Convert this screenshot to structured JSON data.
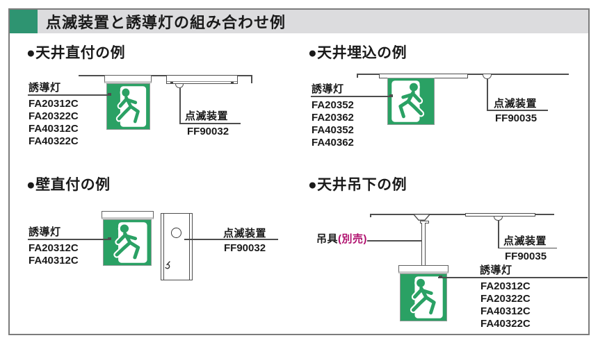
{
  "colors": {
    "sign_green": "#2aa164",
    "header_green": "#2e9471",
    "header_bg": "#dcdcde",
    "note_magenta": "#b0106e"
  },
  "header": {
    "title": "点滅装置と誘導灯の組み合わせ例"
  },
  "sections": {
    "ceiling_surface": {
      "title": "●天井直付の例",
      "guide_light_label": "誘導灯",
      "guide_light_models": [
        "FA20312C",
        "FA20322C",
        "FA40312C",
        "FA40322C"
      ],
      "flasher_label": "点滅装置",
      "flasher_model": "FF90032"
    },
    "ceiling_recessed": {
      "title": "●天井埋込の例",
      "guide_light_label": "誘導灯",
      "guide_light_models": [
        "FA20352",
        "FA20362",
        "FA40352",
        "FA40362"
      ],
      "flasher_label": "点滅装置",
      "flasher_model": "FF90035"
    },
    "wall_surface": {
      "title": "●壁直付の例",
      "guide_light_label": "誘導灯",
      "guide_light_models": [
        "FA20312C",
        "FA40312C"
      ],
      "flasher_label": "点滅装置",
      "flasher_model": "FF90032"
    },
    "ceiling_suspended": {
      "title": "●天井吊下の例",
      "hanger_label": "吊具",
      "hanger_note": "(別売)",
      "guide_light_label": "誘導灯",
      "guide_light_models": [
        "FA20312C",
        "FA20322C",
        "FA40312C",
        "FA40322C"
      ],
      "flasher_label": "点滅装置",
      "flasher_model": "FF90035"
    }
  }
}
